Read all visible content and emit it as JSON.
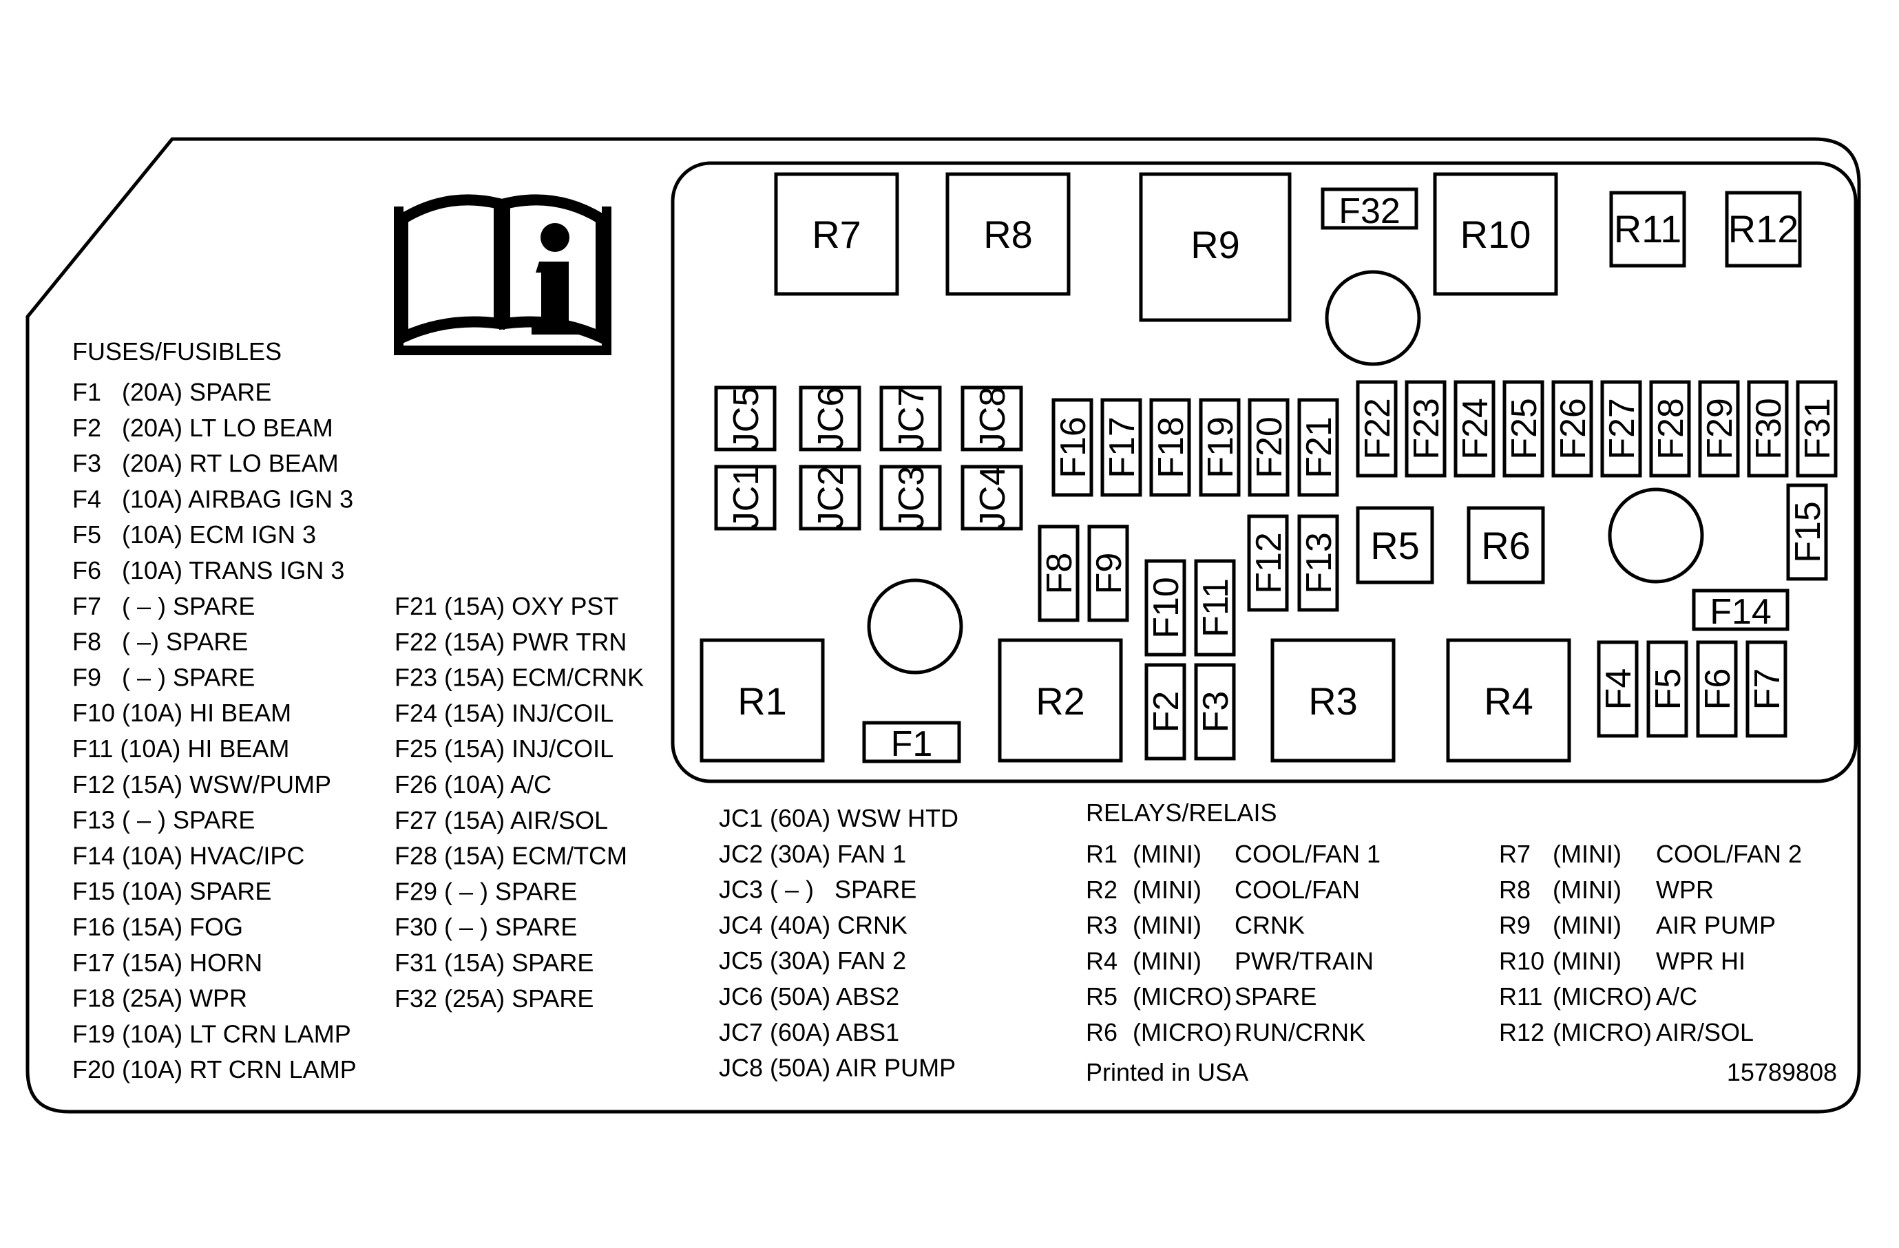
{
  "relays": {
    "R1": "R1",
    "R2": "R2",
    "R3": "R3",
    "R4": "R4",
    "R5": "R5",
    "R6": "R6",
    "R7": "R7",
    "R8": "R8",
    "R9": "R9",
    "R10": "R10",
    "R11": "R11",
    "R12": "R12"
  },
  "fuses": {
    "F1": "F1",
    "F2": "F2",
    "F3": "F3",
    "F4": "F4",
    "F5": "F5",
    "F6": "F6",
    "F7": "F7",
    "F8": "F8",
    "F9": "F9",
    "F10": "F10",
    "F11": "F11",
    "F12": "F12",
    "F13": "F13",
    "F14": "F14",
    "F15": "F15",
    "F16": "F16",
    "F17": "F17",
    "F18": "F18",
    "F19": "F19",
    "F20": "F20",
    "F21": "F21",
    "F22": "F22",
    "F23": "F23",
    "F24": "F24",
    "F25": "F25",
    "F26": "F26",
    "F27": "F27",
    "F28": "F28",
    "F29": "F29",
    "F30": "F30",
    "F31": "F31",
    "F32": "F32"
  },
  "jcases": {
    "JC1": "JC1",
    "JC2": "JC2",
    "JC3": "JC3",
    "JC4": "JC4",
    "JC5": "JC5",
    "JC6": "JC6",
    "JC7": "JC7",
    "JC8": "JC8"
  },
  "fuse_legend": {
    "title": "FUSES/FUSIBLES",
    "col1": [
      "F1   (20A) SPARE",
      "F2   (20A) LT LO BEAM",
      "F3   (20A) RT LO BEAM",
      "F4   (10A) AIRBAG IGN 3",
      "F5   (10A) ECM IGN 3",
      "F6   (10A) TRANS IGN 3",
      "F7   ( – ) SPARE",
      "F8   ( –) SPARE",
      "F9   ( – ) SPARE",
      "F10 (10A) HI BEAM",
      "F11 (10A) HI BEAM",
      "F12 (15A) WSW/PUMP",
      "F13 ( – ) SPARE",
      "F14 (10A) HVAC/IPC",
      "F15 (10A) SPARE",
      "F16 (15A) FOG",
      "F17 (15A) HORN",
      "F18 (25A) WPR",
      "F19 (10A) LT CRN LAMP",
      "F20 (10A) RT CRN LAMP"
    ],
    "col2": [
      "F21 (15A) OXY PST",
      "F22 (15A) PWR TRN",
      "F23 (15A) ECM/CRNK",
      "F24 (15A) INJ/COIL",
      "F25 (15A) INJ/COIL",
      "F26 (10A) A/C",
      "F27 (15A) AIR/SOL",
      "F28 (15A) ECM/TCM",
      "F29 ( – ) SPARE",
      "F30 ( – ) SPARE",
      "F31 (15A) SPARE",
      "F32 (25A) SPARE"
    ]
  },
  "jc_legend": [
    "JC1 (60A) WSW HTD",
    "JC2 (30A) FAN 1",
    "JC3 ( – )   SPARE",
    "JC4 (40A) CRNK",
    "JC5 (30A) FAN 2",
    "JC6 (50A) ABS2",
    "JC7 (60A) ABS1",
    "JC8 (50A) AIR PUMP"
  ],
  "relay_legend": {
    "title": "RELAYS/RELAIS",
    "col1": [
      {
        "id": "R1",
        "type": "(MINI)",
        "desc": "COOL/FAN 1"
      },
      {
        "id": "R2",
        "type": "(MINI)",
        "desc": "COOL/FAN"
      },
      {
        "id": "R3",
        "type": "(MINI)",
        "desc": "CRNK"
      },
      {
        "id": "R4",
        "type": "(MINI)",
        "desc": "PWR/TRAIN"
      },
      {
        "id": "R5",
        "type": "(MICRO)",
        "desc": "SPARE"
      },
      {
        "id": "R6",
        "type": "(MICRO)",
        "desc": "RUN/CRNK"
      }
    ],
    "col2": [
      {
        "id": "R7",
        "type": "(MINI)",
        "desc": "COOL/FAN 2"
      },
      {
        "id": "R8",
        "type": "(MINI)",
        "desc": "WPR"
      },
      {
        "id": "R9",
        "type": "(MINI)",
        "desc": "AIR PUMP"
      },
      {
        "id": "R10",
        "type": "(MINI)",
        "desc": "WPR HI"
      },
      {
        "id": "R11",
        "type": "(MICRO)",
        "desc": "A/C"
      },
      {
        "id": "R12",
        "type": "(MICRO)",
        "desc": "AIR/SOL"
      }
    ]
  },
  "footer": {
    "printed": "Printed in USA",
    "part_number": "15789808"
  },
  "icons": {
    "manual": "book-info-icon"
  }
}
